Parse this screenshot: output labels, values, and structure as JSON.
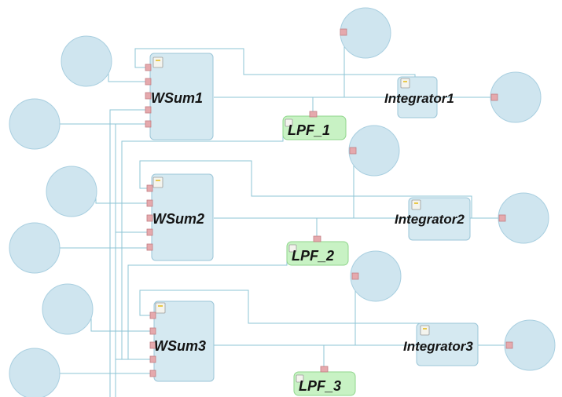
{
  "blocks": {
    "wsum1": "WSum1",
    "wsum2": "WSum2",
    "wsum3": "WSum3",
    "integrator1": "Integrator1",
    "integrator2": "Integrator2",
    "integrator3": "Integrator3",
    "lpf1": "LPF_1",
    "lpf2": "LPF_2",
    "lpf3": "LPF_3"
  },
  "colors": {
    "node_fill": "#cfe5ef",
    "block_fill": "#d5e9f1",
    "lpf_fill": "#c8f2c4",
    "wire": "#8ec4d6",
    "port": "#e5a9ad"
  },
  "icons": {
    "node": "circle-node-icon",
    "port": "port-icon",
    "lock": "lock-icon"
  }
}
